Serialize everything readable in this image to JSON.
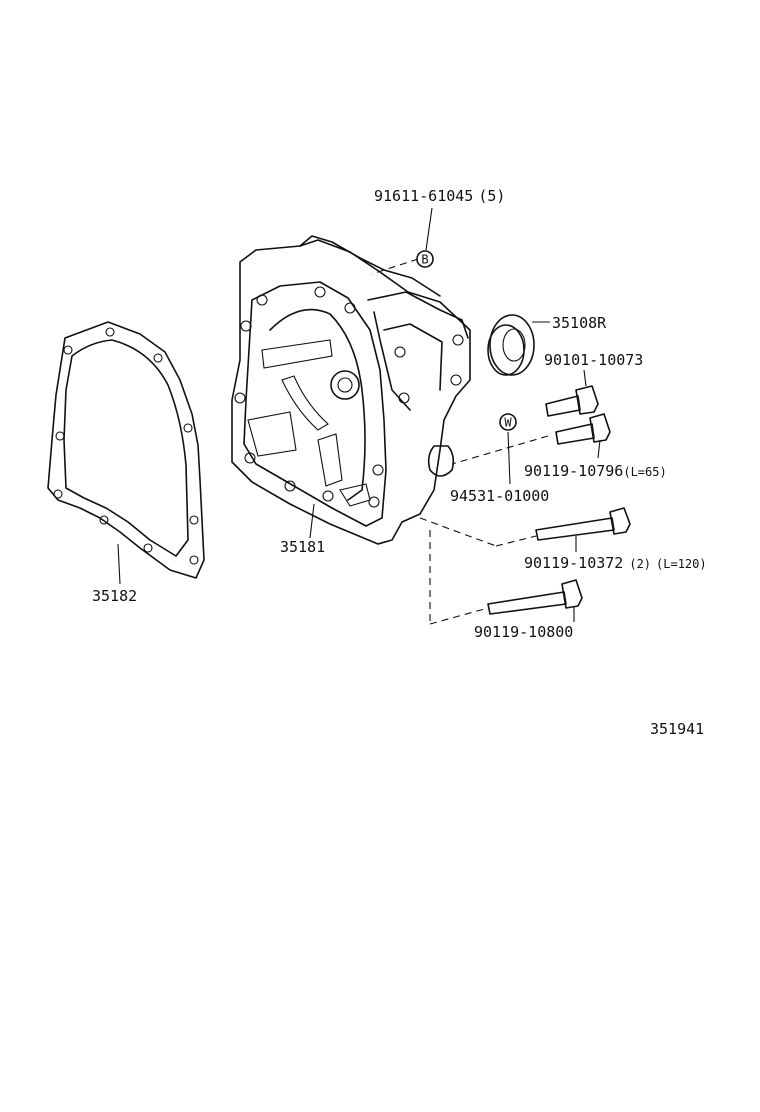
{
  "parts": {
    "p91611": {
      "number": "91611-61045",
      "qty": "(5)"
    },
    "p35108R": {
      "number": "35108R"
    },
    "p90101": {
      "number": "90101-10073"
    },
    "p90119_10796": {
      "number": "90119-10796",
      "note": "(L=65)"
    },
    "p94531": {
      "number": "94531-01000"
    },
    "p90119_10372": {
      "number": "90119-10372",
      "qty": "(2)",
      "note": "(L=120)"
    },
    "p90119_10800": {
      "number": "90119-10800"
    },
    "p35181": {
      "number": "35181"
    },
    "p35182": {
      "number": "35182"
    }
  },
  "markers": {
    "b": "B",
    "w": "W"
  },
  "diagram_code": "351941"
}
